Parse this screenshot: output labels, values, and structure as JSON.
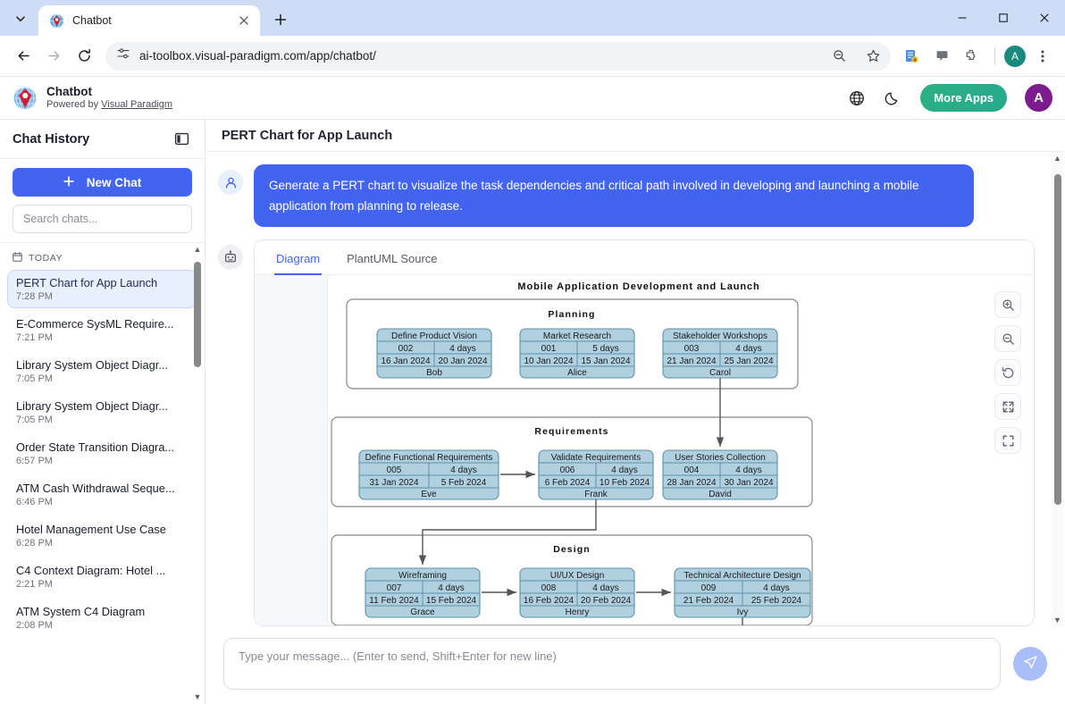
{
  "browser": {
    "tab": {
      "title": "Chatbot",
      "favicon": "visual-paradigm-icon",
      "close": "✕"
    },
    "tab_list_icon": "chevron-down-icon",
    "new_tab_icon": "plus-icon",
    "window": {
      "minimize": "—",
      "maximize": "▢",
      "close": "✕"
    },
    "nav": {
      "back": "back-arrow-icon",
      "forward": "forward-arrow-icon",
      "reload": "reload-icon"
    },
    "omnibox": {
      "site_info_icon": "tune-icon",
      "url": "ai-toolbox.visual-paradigm.com/app/chatbot/",
      "zoom_icon": "zoom-out-icon",
      "bookmark_icon": "star-icon"
    },
    "extensions": [
      {
        "name": "reading-list-icon"
      },
      {
        "name": "comment-icon"
      },
      {
        "name": "extensions-puzzle-icon"
      }
    ],
    "profile": {
      "initial": "A",
      "color": "#1a8a7f"
    },
    "menu_icon": "three-dot-menu-icon"
  },
  "app_header": {
    "logo_icon": "visual-paradigm-logo",
    "name": "Chatbot",
    "powered_prefix": "Powered by ",
    "powered_link": "Visual Paradigm",
    "language_icon": "globe-icon",
    "theme_icon": "moon-icon",
    "more_apps_label": "More Apps",
    "more_apps_color": "#29ac88",
    "user_initial": "A",
    "user_color": "#7d1b8e"
  },
  "sidebar": {
    "title": "Chat History",
    "collapse_icon": "panel-toggle-icon",
    "new_chat_label": "New Chat",
    "new_chat_icon": "plus-icon",
    "new_chat_color": "#4264f0",
    "search_placeholder": "Search chats...",
    "search_value": "",
    "group_label": "TODAY",
    "group_icon": "calendar-icon",
    "items": [
      {
        "title": "PERT Chart for App Launch",
        "time": "7:28 PM",
        "active": true
      },
      {
        "title": "E-Commerce SysML Require...",
        "time": "7:21 PM",
        "active": false
      },
      {
        "title": "Library System Object Diagr...",
        "time": "7:05 PM",
        "active": false
      },
      {
        "title": "Library System Object Diagr...",
        "time": "7:05 PM",
        "active": false
      },
      {
        "title": "Order State Transition Diagra...",
        "time": "6:57 PM",
        "active": false
      },
      {
        "title": "ATM Cash Withdrawal Seque...",
        "time": "6:46 PM",
        "active": false
      },
      {
        "title": "Hotel Management Use Case",
        "time": "6:28 PM",
        "active": false
      },
      {
        "title": "C4 Context Diagram: Hotel ...",
        "time": "2:21 PM",
        "active": false
      },
      {
        "title": "ATM System C4 Diagram",
        "time": "2:08 PM",
        "active": false
      }
    ]
  },
  "main": {
    "title": "PERT Chart for App Launch",
    "user_message": "Generate a PERT chart to visualize the task dependencies and critical path involved in developing and launching a mobile application from planning to release.",
    "user_avatar_icon": "user-icon",
    "bot_avatar_icon": "robot-icon",
    "tabs": [
      {
        "label": "Diagram",
        "active": true
      },
      {
        "label": "PlantUML Source",
        "active": false
      }
    ],
    "zoom_tools": [
      {
        "name": "zoom-in-icon"
      },
      {
        "name": "zoom-out-icon"
      },
      {
        "name": "reset-zoom-icon"
      },
      {
        "name": "fit-screen-icon"
      },
      {
        "name": "fullscreen-icon"
      }
    ]
  },
  "composer": {
    "placeholder": "Type your message... (Enter to send, Shift+Enter for new line)",
    "value": "",
    "send_icon": "send-paper-plane-icon"
  },
  "chart_data": {
    "type": "diagram",
    "diagram_type": "PERT Chart",
    "title": "Mobile Application Development and Launch",
    "node_fill": "#b0d0e0",
    "node_stroke": "#5d8fa8",
    "frames": [
      {
        "label": "Planning",
        "tasks": [
          {
            "name": "Define Product Vision",
            "id": "002",
            "duration": "4 days",
            "start": "16 Jan 2024",
            "end": "20 Jan 2024",
            "owner": "Bob"
          },
          {
            "name": "Market Research",
            "id": "001",
            "duration": "5 days",
            "start": "10 Jan 2024",
            "end": "15 Jan 2024",
            "owner": "Alice"
          },
          {
            "name": "Stakeholder Workshops",
            "id": "003",
            "duration": "4 days",
            "start": "21 Jan 2024",
            "end": "25 Jan 2024",
            "owner": "Carol"
          }
        ]
      },
      {
        "label": "Requirements",
        "tasks": [
          {
            "name": "Define Functional Requirements",
            "id": "005",
            "duration": "4 days",
            "start": "31 Jan 2024",
            "end": "5 Feb 2024",
            "owner": "Eve"
          },
          {
            "name": "Validate Requirements",
            "id": "006",
            "duration": "4 days",
            "start": "6 Feb 2024",
            "end": "10 Feb 2024",
            "owner": "Frank"
          },
          {
            "name": "User Stories Collection",
            "id": "004",
            "duration": "4 days",
            "start": "28 Jan 2024",
            "end": "30 Jan 2024",
            "owner": "David"
          }
        ]
      },
      {
        "label": "Design",
        "tasks": [
          {
            "name": "Wireframing",
            "id": "007",
            "duration": "4 days",
            "start": "11 Feb 2024",
            "end": "15 Feb 2024",
            "owner": "Grace"
          },
          {
            "name": "UI/UX Design",
            "id": "008",
            "duration": "4 days",
            "start": "16 Feb 2024",
            "end": "20 Feb 2024",
            "owner": "Henry"
          },
          {
            "name": "Technical Architecture Design",
            "id": "009",
            "duration": "4 days",
            "start": "21 Feb 2024",
            "end": "25 Feb 2024",
            "owner": "Ivy"
          }
        ]
      }
    ],
    "edges": [
      {
        "from": "Stakeholder Workshops",
        "to": "User Stories Collection"
      },
      {
        "from": "Define Functional Requirements",
        "to": "Validate Requirements"
      },
      {
        "from": "Validate Requirements",
        "to": "Wireframing"
      },
      {
        "from": "Wireframing",
        "to": "UI/UX Design"
      },
      {
        "from": "UI/UX Design",
        "to": "Technical Architecture Design"
      }
    ]
  }
}
